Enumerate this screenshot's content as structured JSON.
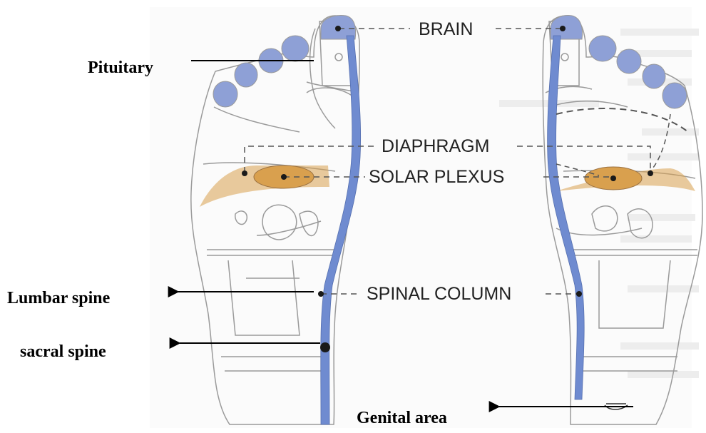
{
  "diagram": {
    "labels": {
      "brain": "BRAIN",
      "diaphragm": "DIAPHRAGM",
      "solar_plexus": "SOLAR PLEXUS",
      "spinal_column": "SPINAL COLUMN"
    },
    "annotations": {
      "pituitary": "Pituitary",
      "lumbar_spine": "Lumbar spine",
      "sacral_spine": "sacral spine",
      "genital_area": "Genital area"
    },
    "colors": {
      "toe_fill": "#8ea0d6",
      "spine_fill": "#6f8bd0",
      "solar_plexus_fill": "#d9a04e",
      "outline": "#9a9a9a",
      "ghost_text": "#ececec"
    }
  }
}
